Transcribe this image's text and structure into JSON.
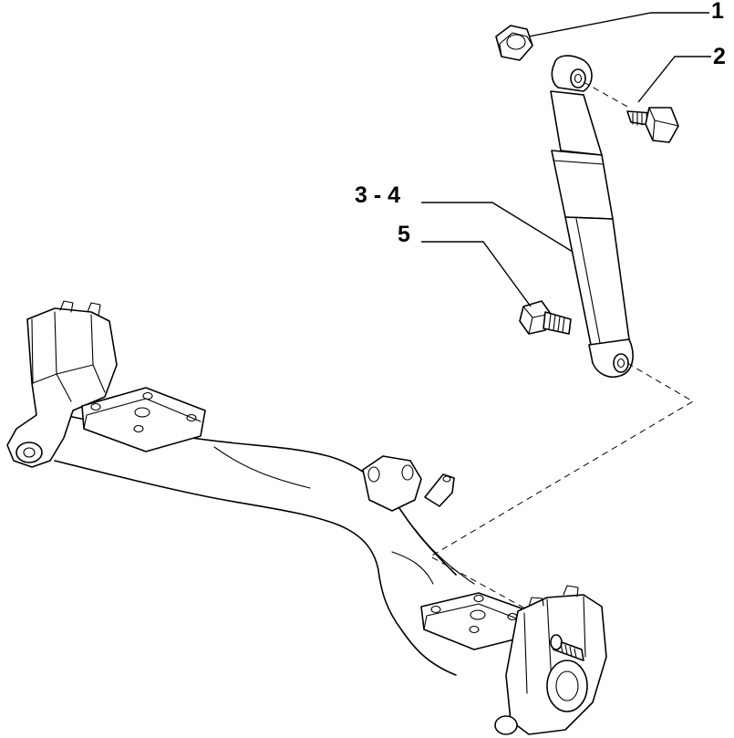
{
  "callouts": [
    {
      "id": "1",
      "label": "1",
      "part": "nut"
    },
    {
      "id": "2",
      "label": "2",
      "part": "upper-bolt"
    },
    {
      "id": "3-4",
      "label": "3 - 4",
      "part": "shock-absorber"
    },
    {
      "id": "5",
      "label": "5",
      "part": "lower-bolt"
    }
  ],
  "colors": {
    "line": "#000000",
    "background": "#ffffff"
  }
}
